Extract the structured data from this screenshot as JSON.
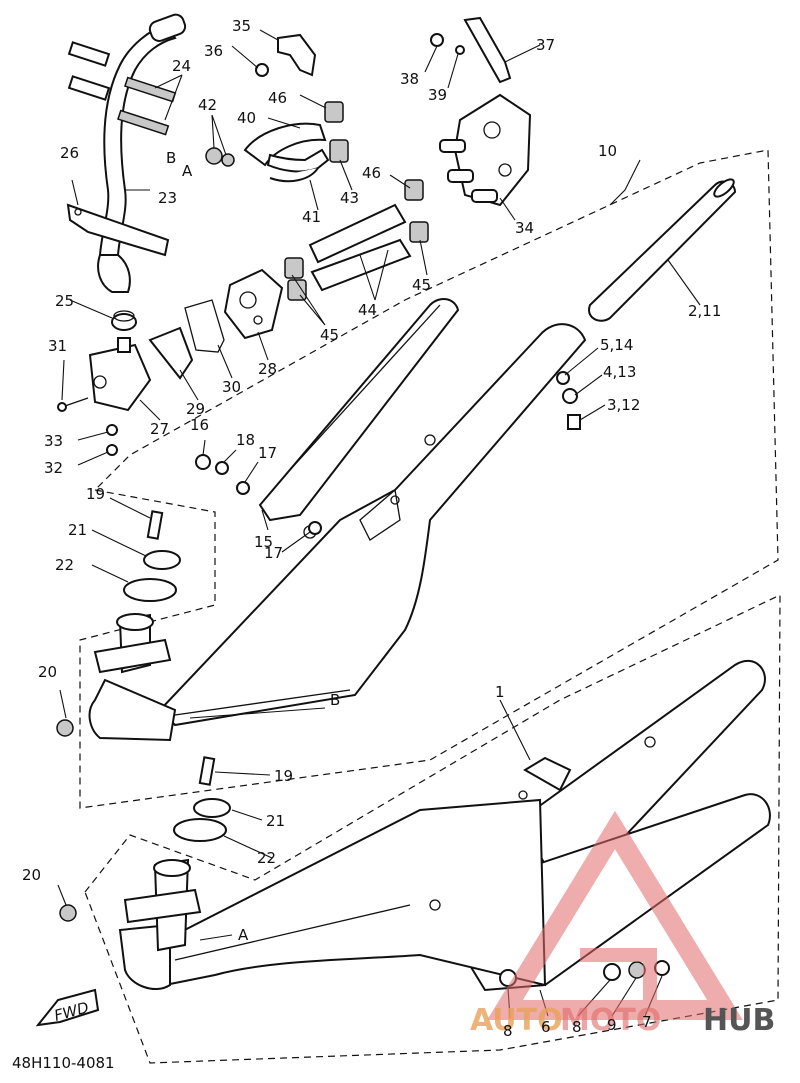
{
  "diagram_code": "48H110-4081",
  "fwd_label": "FWD",
  "watermark": {
    "text_left": "AUTO",
    "text_mid": "MOTO",
    "text_right": "HUB",
    "color": "#e36a6a"
  },
  "callouts": {
    "c1": "1",
    "c10": "10",
    "c2_11": "2,11",
    "c3_12": "3,12",
    "c4_13": "4,13",
    "c5_14": "5,14",
    "c6": "6",
    "c7": "7",
    "c8a": "8",
    "c8b": "8",
    "c9": "9",
    "c15": "15",
    "c16": "16",
    "c17a": "17",
    "c17b": "17",
    "c18": "18",
    "c19a": "19",
    "c19b": "19",
    "c20a": "20",
    "c20b": "20",
    "c21a": "21",
    "c21b": "21",
    "c22a": "22",
    "c22b": "22",
    "c23": "23",
    "c24": "24",
    "c25": "25",
    "c26": "26",
    "c27": "27",
    "c28": "28",
    "c29": "29",
    "c30": "30",
    "c31": "31",
    "c32": "32",
    "c33": "33",
    "c34": "34",
    "c35": "35",
    "c36": "36",
    "c37": "37",
    "c38": "38",
    "c39": "39",
    "c40": "40",
    "c41": "41",
    "c42": "42",
    "c43": "43",
    "c44": "44",
    "c45a": "45",
    "c45b": "45",
    "c46a": "46",
    "c46b": "46",
    "refA1": "A",
    "refB1": "B",
    "refA2": "A",
    "refB2": "B"
  }
}
